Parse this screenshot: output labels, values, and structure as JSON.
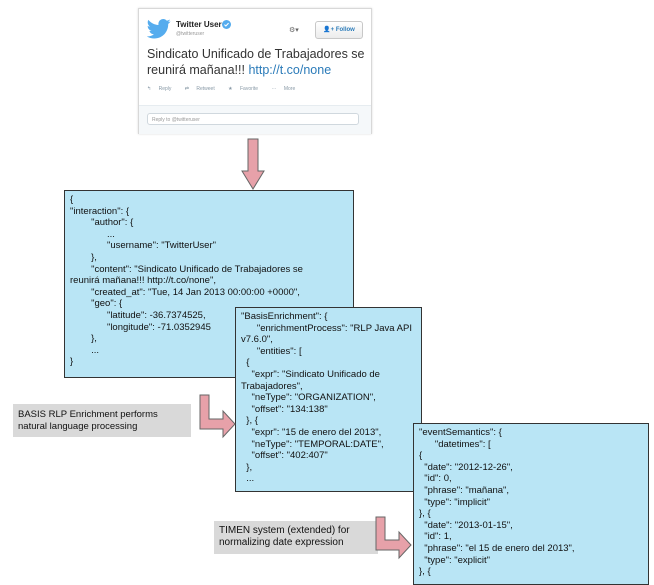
{
  "tweet": {
    "user_name": "Twitter User",
    "handle": "@twitteruser",
    "follow_label": "Follow",
    "text_main": "Sindicato Unificado de Trabajadores se reunirá mañana!!! ",
    "text_link": "http://t.co/none",
    "actions": [
      "Reply",
      "Retweet",
      "Favorite",
      "More"
    ],
    "reply_placeholder": "Reply to @twitteruser"
  },
  "box1": {
    "lines": [
      "{",
      "\"interaction\": {",
      "        \"author\": {",
      "              ...",
      "              \"username\": \"TwitterUser\"",
      "        },",
      "        \"content\": \"Sindicato Unificado de Trabajadores se",
      "reunirá mañana!!! http://t.co/none\",",
      "        \"created_at\": \"Tue, 14 Jan 2013 00:00:00 +0000\",",
      "        \"geo\": {",
      "              \"latitude\": -36.7374525,",
      "              \"longitude\": -71.0352945",
      "        },",
      "        ...",
      "}"
    ]
  },
  "box2": {
    "lines": [
      "\"BasisEnrichment\": {",
      "      \"enrichmentProcess\": \"RLP Java API",
      "v7.6.0\",",
      "      \"entities\": [",
      "  {",
      "    \"expr\": \"Sindicato Unificado de",
      "Trabajadores\",",
      "    \"neType\": \"ORGANIZATION\",",
      "    \"offset\": \"134:138\"",
      "  }, {",
      "    \"expr\": \"15 de enero del 2013\",",
      "    \"neType\": \"TEMPORAL:DATE\",",
      "    \"offset\": \"402:407\"",
      "  },",
      "  ..."
    ]
  },
  "box3": {
    "lines": [
      "\"eventSemantics\": {",
      "      \"datetimes\": [",
      "{",
      "  \"date\": \"2012-12-26\",",
      "  \"id\": 0,",
      "  \"phrase\": \"mañana\",",
      "  \"type\": \"implicit\"",
      "}, {",
      "  \"date\": \"2013-01-15\",",
      "  \"id\": 1,",
      "  \"phrase\": \"el 15 de enero del 2013\",",
      "  \"type\": \"explicit\"",
      "}, {",
      "  ..."
    ]
  },
  "caption1": [
    "BASIS RLP Enrichment performs",
    "natural language processing"
  ],
  "caption2": [
    "TIMEN system (extended) for",
    "normalizing date expression"
  ],
  "colors": {
    "box_fill": "#b9e5f5",
    "arrow_fill": "#e7a1a9",
    "caption_fill": "#d9d9d9",
    "twitter_blue": "#55acee"
  }
}
